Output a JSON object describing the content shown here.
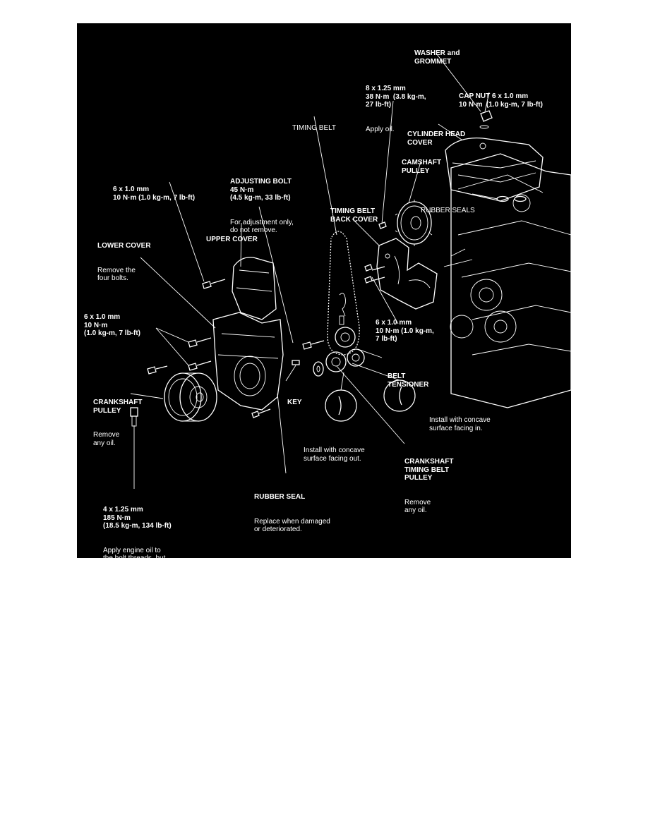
{
  "colors": {
    "background": "#000000",
    "ink": "#ffffff",
    "page": "#ffffff"
  },
  "labels": {
    "washer_grommet": {
      "title": "WASHER and\nGROMMET"
    },
    "head_bolt": {
      "title": "8 x 1.25 mm\n38 N·m  (3.8 kg-m,\n27 lb-ft)",
      "note": "Apply oil."
    },
    "cap_nut": {
      "title": "CAP NUT 6 x 1.0 mm\n10 N·m  (1.0 kg-m, 7 lb-ft)"
    },
    "timing_belt": {
      "title": "TIMING BELT"
    },
    "cylinder_head_cover": {
      "title": "CYLINDER HEAD\nCOVER"
    },
    "camshaft_pulley": {
      "title": "CAMSHAFT\nPULLEY"
    },
    "adjusting_bolt": {
      "title": "ADJUSTING BOLT\n45 N·m\n(4.5 kg-m, 33 lb-ft)",
      "note": "For adjustment only,\ndo not remove."
    },
    "upper_bolt": {
      "title": "6 x 1.0 mm\n10 N·m (1.0 kg-m, 7 lb-ft)"
    },
    "timing_belt_back_cover": {
      "title": "TIMING BELT\nBACK COVER"
    },
    "rubber_seals": {
      "title": "RUBBER SEALS"
    },
    "lower_cover": {
      "title": "LOWER COVER",
      "note": "Remove the\nfour bolts."
    },
    "upper_cover": {
      "title": "UPPER COVER"
    },
    "lower_bolts": {
      "title": "6 x 1.0 mm\n10 N·m\n(1.0 kg-m, 7 lb-ft)"
    },
    "back_cover_bolts": {
      "title": "6 x 1.0 mm\n10 N·m (1.0 kg-m,\n7 lb-ft)"
    },
    "belt_tensioner": {
      "title": "BELT\nTENSIONER"
    },
    "crankshaft_pulley": {
      "title": "CRANKSHAFT\nPULLEY",
      "note": "Remove\nany oil."
    },
    "key": {
      "title": "KEY"
    },
    "install_in": {
      "note": "Install with concave\nsurface facing in."
    },
    "install_out": {
      "note": "Install with concave\nsurface facing out."
    },
    "crank_timing_pulley": {
      "title": "CRANKSHAFT\nTIMING BELT\nPULLEY",
      "note": "Remove\nany oil."
    },
    "rubber_seal": {
      "title": "RUBBER SEAL",
      "note": "Replace when damaged\nor deteriorated."
    },
    "crank_bolt": {
      "title": "4 x 1.25 mm\n185 N·m\n(18.5 kg-m, 134 lb-ft)",
      "note": "Apply engine oil to\nthe bolt threads, but\nnot to the surface that\ncontacts the washer."
    }
  }
}
